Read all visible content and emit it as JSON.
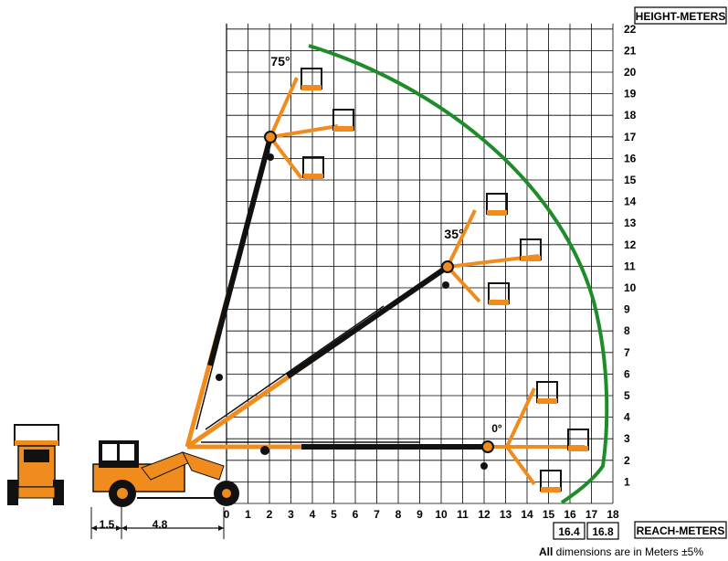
{
  "axes": {
    "y_title": "HEIGHT-METERS",
    "x_title": "REACH-METERS",
    "y_ticks": [
      "1",
      "2",
      "3",
      "4",
      "5",
      "6",
      "7",
      "8",
      "9",
      "10",
      "11",
      "12",
      "13",
      "14",
      "15",
      "16",
      "17",
      "18",
      "19",
      "20",
      "21",
      "22"
    ],
    "x_ticks": [
      "0",
      "1",
      "2",
      "3",
      "4",
      "5",
      "6",
      "7",
      "8",
      "9",
      "10",
      "11",
      "12",
      "13",
      "14",
      "15",
      "16",
      "17",
      "18"
    ],
    "xlim": [
      0,
      18
    ],
    "ylim": [
      0,
      22
    ]
  },
  "boom_angles": [
    {
      "label": "75°",
      "angle_deg": 75
    },
    {
      "label": "35°",
      "angle_deg": 35
    },
    {
      "label": "0°",
      "angle_deg": 0
    }
  ],
  "reach_boxes": [
    "16.4",
    "16.8"
  ],
  "dimensions": [
    "1.5",
    "4.8"
  ],
  "footer": {
    "prefix": "All",
    "text": " dimensions are in Meters ±5%"
  },
  "colors": {
    "machine": "#F08C1E",
    "envelope": "#1E8C28",
    "boom": "#111111",
    "grid": "#000000"
  }
}
